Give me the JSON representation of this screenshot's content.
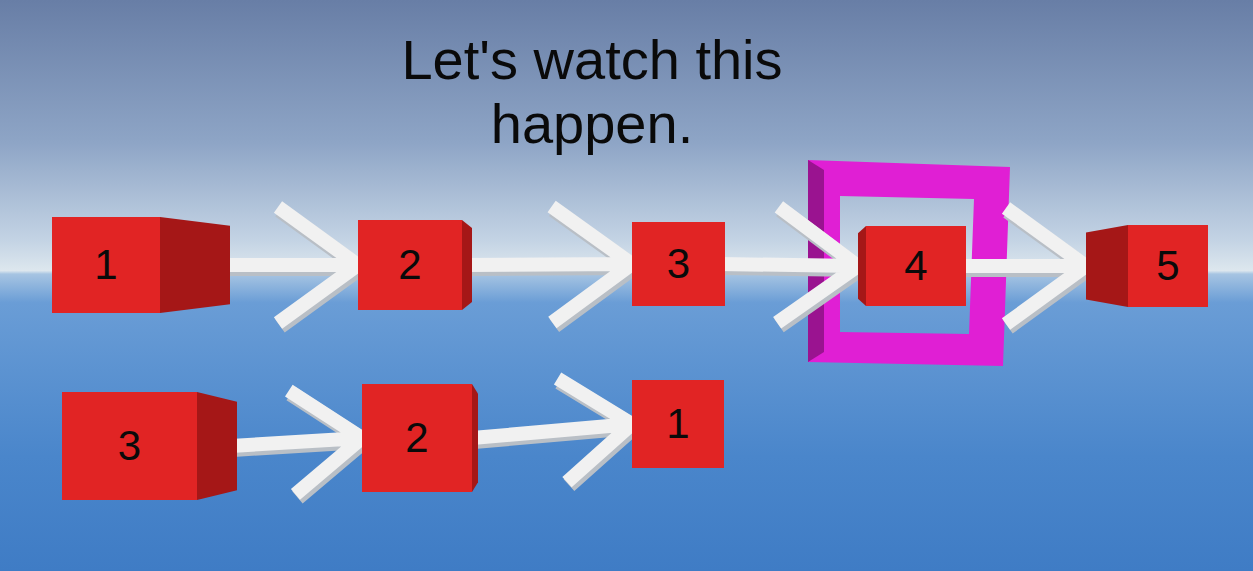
{
  "diagram": {
    "title": "Let's watch this happen.",
    "nodes": [
      {
        "text": [
          "1"
        ]
      },
      {
        "text": [
          "2"
        ]
      },
      {
        "text": [
          "3"
        ]
      },
      {
        "text": [
          "4"
        ]
      },
      {
        "text": [
          "5"
        ]
      },
      {
        "text": [
          "3"
        ]
      },
      {
        "text": [
          "2"
        ]
      },
      {
        "text": [
          "1"
        ]
      }
    ],
    "edges": [
      {
        "from": 0,
        "to": 1,
        "arrow": "to"
      },
      {
        "from": 1,
        "to": 2,
        "arrow": "to"
      },
      {
        "from": 2,
        "to": 3,
        "arrow": "to"
      },
      {
        "from": 3,
        "to": 4,
        "arrow": "to"
      },
      {
        "from": 5,
        "to": 6,
        "arrow": "to"
      },
      {
        "from": 6,
        "to": 7,
        "arrow": "to"
      }
    ]
  }
}
